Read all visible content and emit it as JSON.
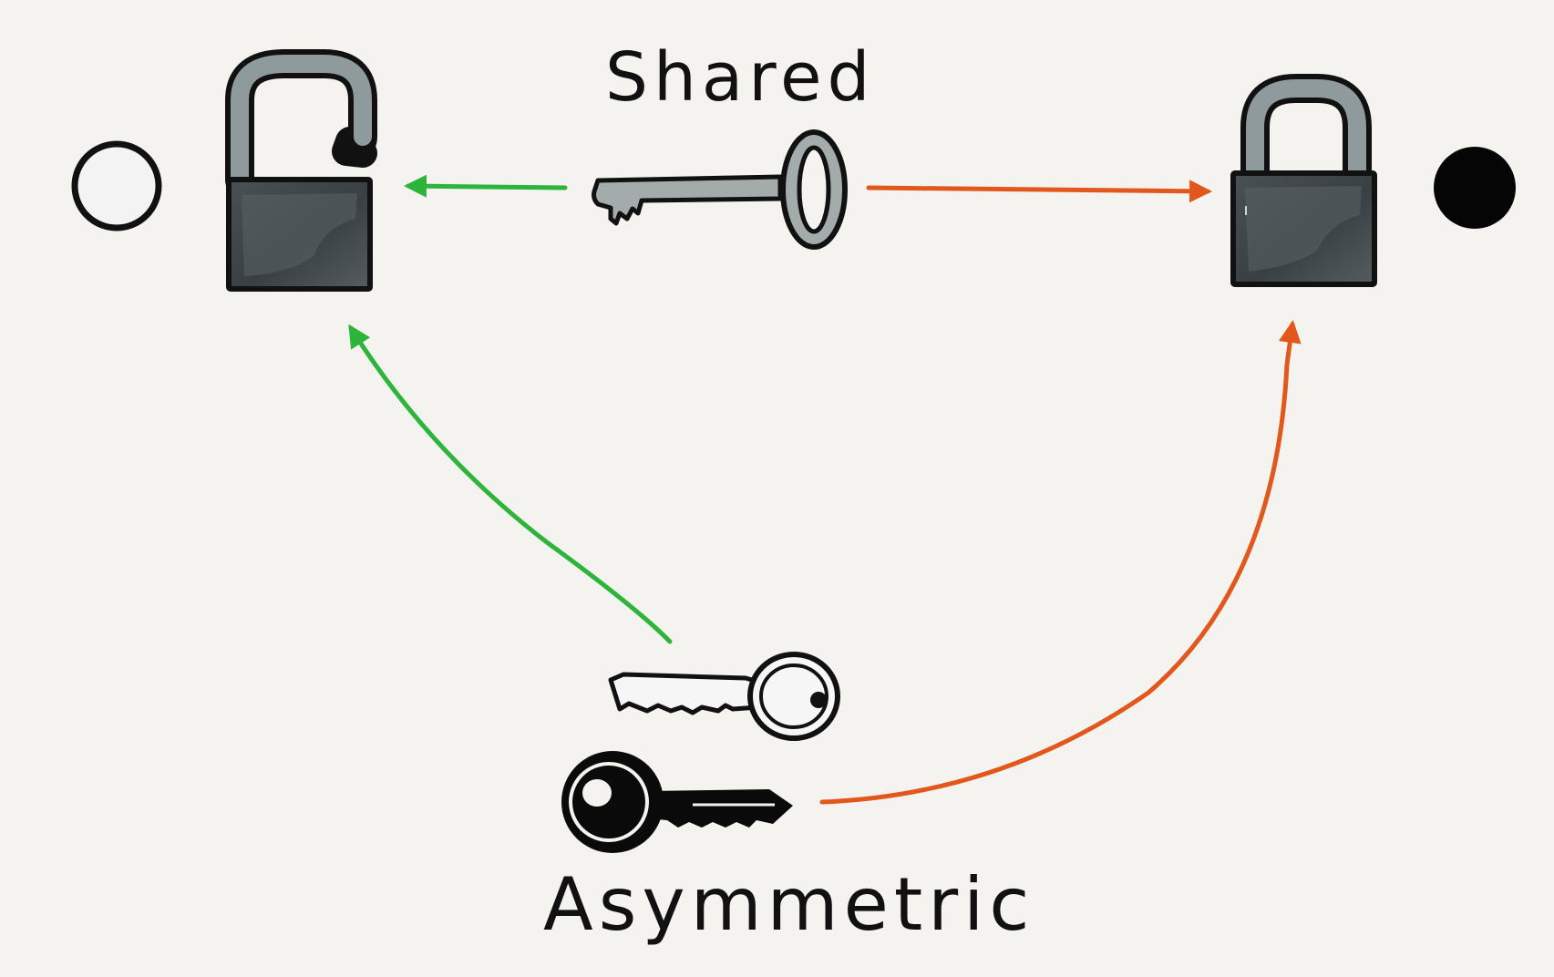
{
  "labels": {
    "shared": "Shared",
    "asymmetric": "Asymmetric"
  },
  "colors": {
    "background": "#f4f3ef",
    "decrypt_arrow": "#2db43a",
    "encrypt_arrow": "#e2581c",
    "lock_body": "#3f4548",
    "shackle": "#8e9a9c",
    "shared_key": "#9ea6a6",
    "outline": "#111111"
  },
  "nodes": [
    {
      "id": "left-endpoint",
      "style": "hollow-circle"
    },
    {
      "id": "open-padlock",
      "icon": "unlocked-padlock-icon"
    },
    {
      "id": "shared-key",
      "icon": "shared-key-icon"
    },
    {
      "id": "closed-padlock",
      "icon": "locked-padlock-icon"
    },
    {
      "id": "right-endpoint",
      "style": "filled-circle"
    },
    {
      "id": "public-key",
      "icon": "public-key-icon"
    },
    {
      "id": "private-key",
      "icon": "private-key-icon"
    }
  ],
  "edges": [
    {
      "from": "shared-key",
      "to": "open-padlock",
      "color": "decrypt_arrow"
    },
    {
      "from": "shared-key",
      "to": "closed-padlock",
      "color": "encrypt_arrow"
    },
    {
      "from": "public-key",
      "to": "open-padlock",
      "color": "decrypt_arrow"
    },
    {
      "from": "private-key",
      "to": "closed-padlock",
      "color": "encrypt_arrow"
    }
  ]
}
